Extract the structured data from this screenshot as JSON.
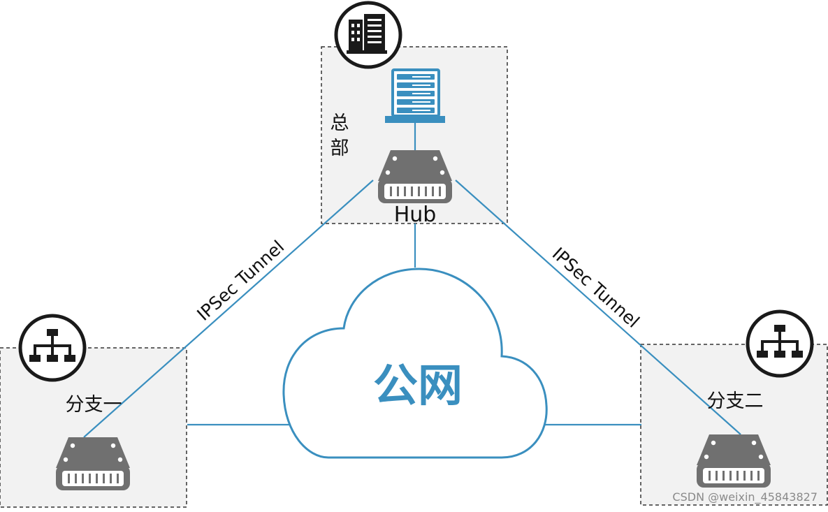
{
  "headquarters": {
    "label_line1": "总",
    "label_line2": "部",
    "router_label": "Hub"
  },
  "branch1": {
    "label": "分支一"
  },
  "branch2": {
    "label": "分支二"
  },
  "cloud": {
    "label": "公网"
  },
  "tunnels": {
    "left": "IPSec Tunnel",
    "right": "IPSec Tunnel"
  },
  "watermark": "CSDN @weixin_45843827",
  "colors": {
    "link": "#3a8fbf",
    "router": "#707070",
    "zone_fill": "#f2f2f2",
    "icon_dark": "#1a1a1a"
  },
  "icons": {
    "headquarters": "building-icon",
    "branch": "network-hierarchy-icon",
    "server": "server-rack-icon",
    "router": "router-icon"
  }
}
